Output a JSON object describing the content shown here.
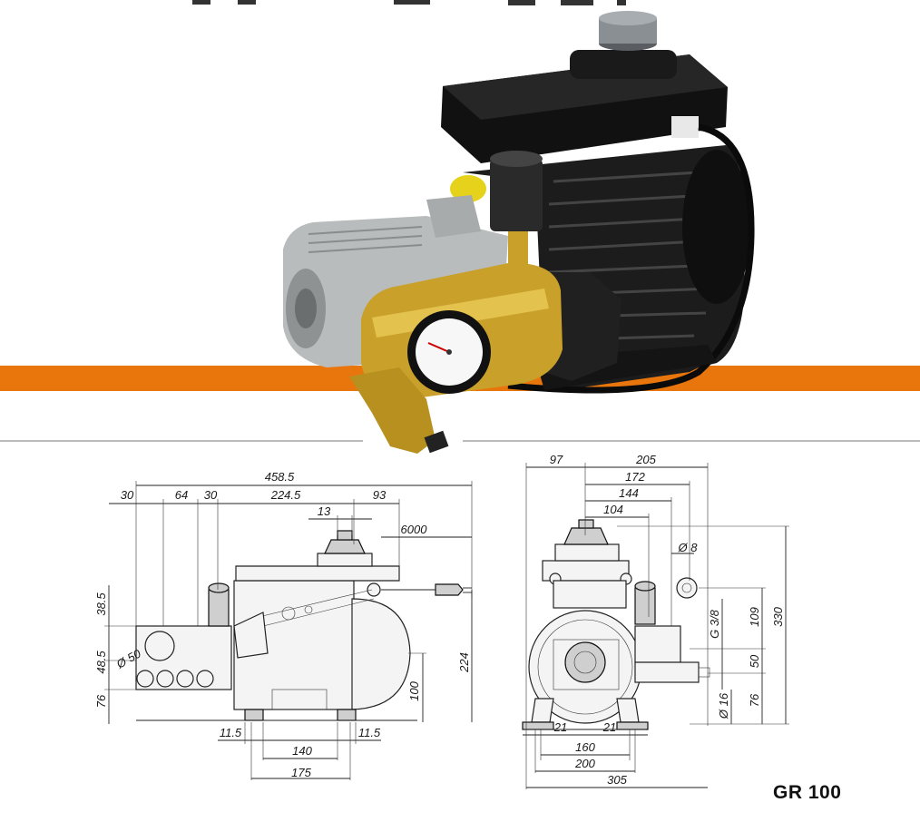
{
  "model_label": "GR 100",
  "colors": {
    "band": "#e8760c",
    "pump_brass": "#c9a02a",
    "motor_black": "#1c1c1c",
    "aluminium": "#b9bcbc"
  },
  "side_view_dims": {
    "overall_length": "458.5",
    "d30a": "30",
    "d64": "64",
    "d30b": "30",
    "d224_5": "224.5",
    "d93": "93",
    "d13": "13",
    "cable": "6000",
    "h38_5": "38.5",
    "h48_5": "48.5",
    "dia50": "Ø 50",
    "h76": "76",
    "h224": "224",
    "h100": "100",
    "w11_5a": "11.5",
    "w11_5b": "11.5",
    "w140": "140",
    "w175": "175"
  },
  "front_view_dims": {
    "d97": "97",
    "d205": "205",
    "d172": "172",
    "d144": "144",
    "d104": "104",
    "dia8": "Ø 8",
    "g38": "G 3/8",
    "h109": "109",
    "h330": "330",
    "h50": "50",
    "dia16": "Ø 16",
    "h76": "76",
    "w21a": "21",
    "w21b": "21",
    "w160": "160",
    "w200": "200",
    "w305": "305"
  }
}
